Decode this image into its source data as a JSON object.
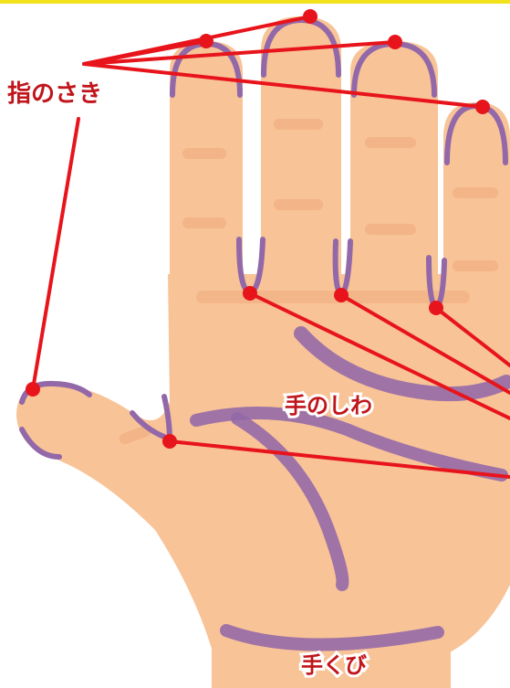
{
  "labels": {
    "fingertip": "指のさき",
    "crease": "手のしわ",
    "wrist": "手くび"
  },
  "colors": {
    "skin": "#f8c397",
    "skin_shadow": "#efa87a",
    "crease_purple": "#9268a8",
    "pointer_red": "#e8141b",
    "label_red": "#c0151b",
    "top_border": "#f2e21c"
  }
}
